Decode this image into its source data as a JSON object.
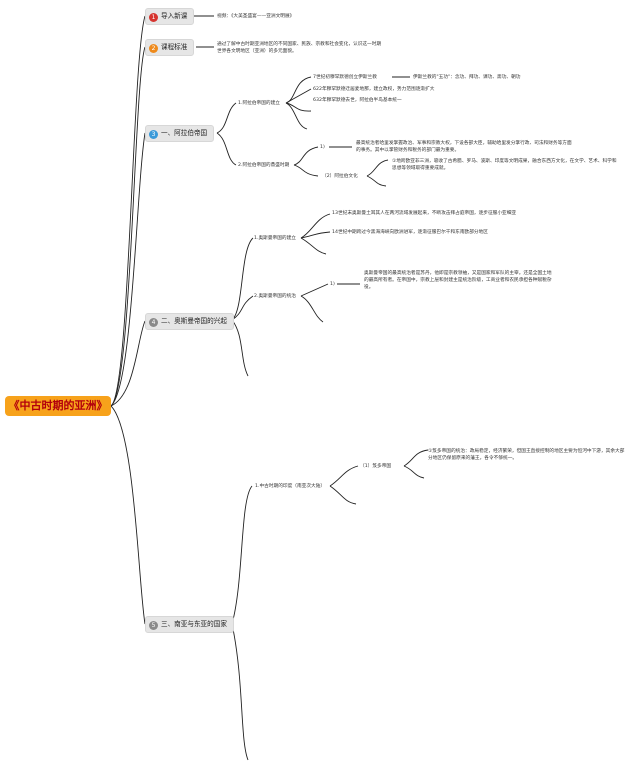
{
  "root": {
    "title": "《中古时期的亚洲》"
  },
  "topics": [
    {
      "num": "1",
      "label": "导入新课",
      "color": "#d6342f"
    },
    {
      "num": "2",
      "label": "课程标准",
      "color": "#ee8a1c"
    },
    {
      "num": "3",
      "label": "一、阿拉伯帝国",
      "color": "#3a9ad9"
    },
    {
      "num": "4",
      "label": "二、奥斯曼帝国的兴起",
      "color": "#8a8a8a"
    },
    {
      "num": "5",
      "label": "三、南亚与东亚的国家",
      "color": "#8a8a8a"
    }
  ],
  "intro": {
    "text": "视频：《大美圣盛宴——亚洲文明展》"
  },
  "standard": {
    "line1": "通过了解中古时期亚洲地区的不同国家、民族、宗教和社会变化，认识这一时期",
    "line2": "世界各文明地区（亚洲）的多元面貌。"
  },
  "arab": {
    "b1": "1.阿拉伯帝国的建立",
    "b1_items": [
      "7世纪初穆罕默德创立伊斯兰教",
      "622年穆罕默德迁居麦地那，建立政权，势力范围逐渐扩大",
      "632年穆罕默德去世，阿拉伯半岛基本统一"
    ],
    "islam": "伊斯兰教的\"五功\"：念功、拜功、课功、斋功、朝功",
    "b2": "2.阿拉伯帝国的鼎盛时期",
    "b2_1": "1)",
    "b2_1_text": "最高统治者哈里发掌握政治、军事和宗教大权，下设各部大臣，辅助哈里发分掌行政、司法和财务等方面的事务。其中以掌管财务和税务的部门最为重要。",
    "b2_2": "（2）阿拉伯文化",
    "b2_2_text": "①地跨欧亚非三洲，吸收了古希腊、罗马、波斯、印度等文明成果，融合东西方文化，在文学、艺术、科学和思想等领域取得重要成就。"
  },
  "ottoman": {
    "b1": "1.奥斯曼帝国的建立",
    "b1_items": [
      "13世纪末奥斯曼土耳其人在两河流域发展起来，不断攻击拜占庭帝国，逐步征服小亚细亚",
      "14世纪中期跨过今黑海海峡向欧洲进军，逐渐征服巴尔干和东南欧部分地区"
    ],
    "b2": "2.奥斯曼帝国的统治",
    "b2_1": "1)",
    "b2_1_text": "奥斯曼帝国的最高统治者是苏丹，他即是宗教领袖，又是国家和军队的主宰。还是全国土地的最高所有者。在帝国中，宗教上层和封建主是统治阶级，工商业者和农民承担各种赋税杂役。"
  },
  "asia": {
    "b1": "1.中古时期的印度（南亚次大陆）",
    "b1_1": "（1）笈多帝国",
    "b1_1_text": "①笈多帝国的统治：政局稳定，经济繁荣，但国王直接控制的地区主要为恒河中下游，其余大部分地区仍保留原来的藩王，各令不够统一。"
  }
}
